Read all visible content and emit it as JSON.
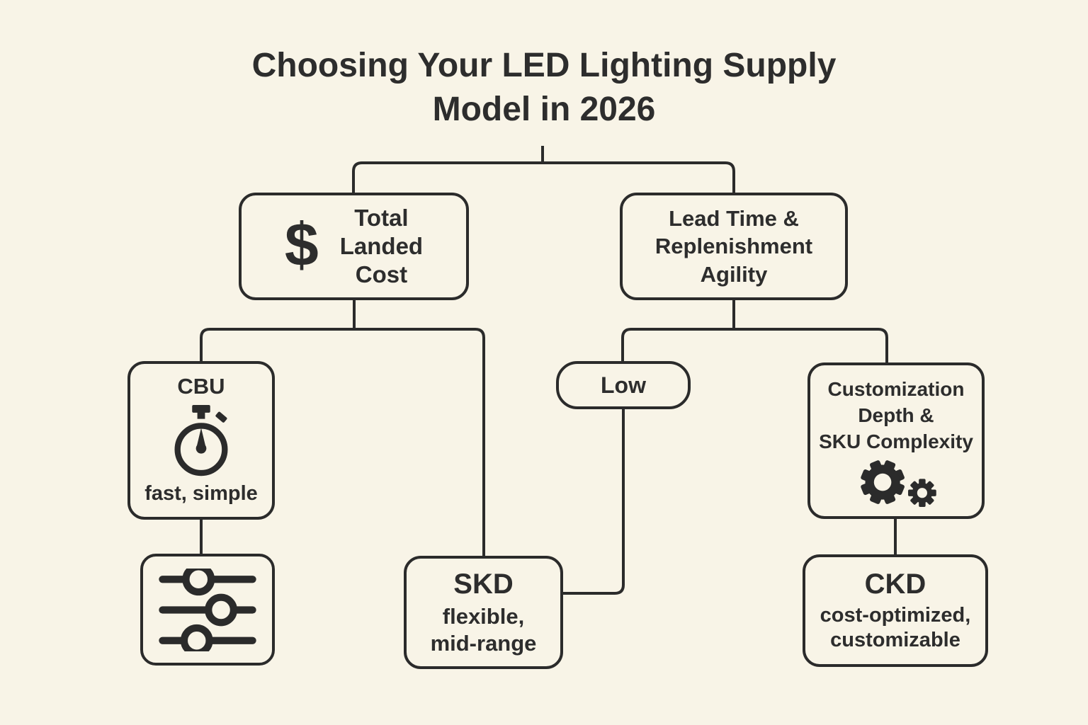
{
  "colors": {
    "background": "#f8f4e7",
    "line": "#2b2b2b",
    "text": "#2d2d2d"
  },
  "title": "Choosing Your LED Lighting Supply\nModel in 2026",
  "nodes": {
    "total_landed_cost": {
      "icon": "dollar-icon",
      "dollar_glyph": "$",
      "label": "Total\nLanded\nCost"
    },
    "lead_time": {
      "label": "Lead Time &\nReplenishment\nAgility"
    },
    "cbu": {
      "title": "CBU",
      "icon": "stopwatch-icon",
      "subtitle": "fast, simple"
    },
    "low": {
      "label": "Low"
    },
    "customization": {
      "label": "Customization\nDepth &\nSKU Complexity",
      "icon": "gears-icon"
    },
    "adjusters": {
      "icon": "sliders-icon"
    },
    "skd": {
      "title": "SKD",
      "subtitle": "flexible,\nmid-range"
    },
    "ckd": {
      "title": "CKD",
      "subtitle": "cost-optimized,\ncustomizable"
    }
  }
}
